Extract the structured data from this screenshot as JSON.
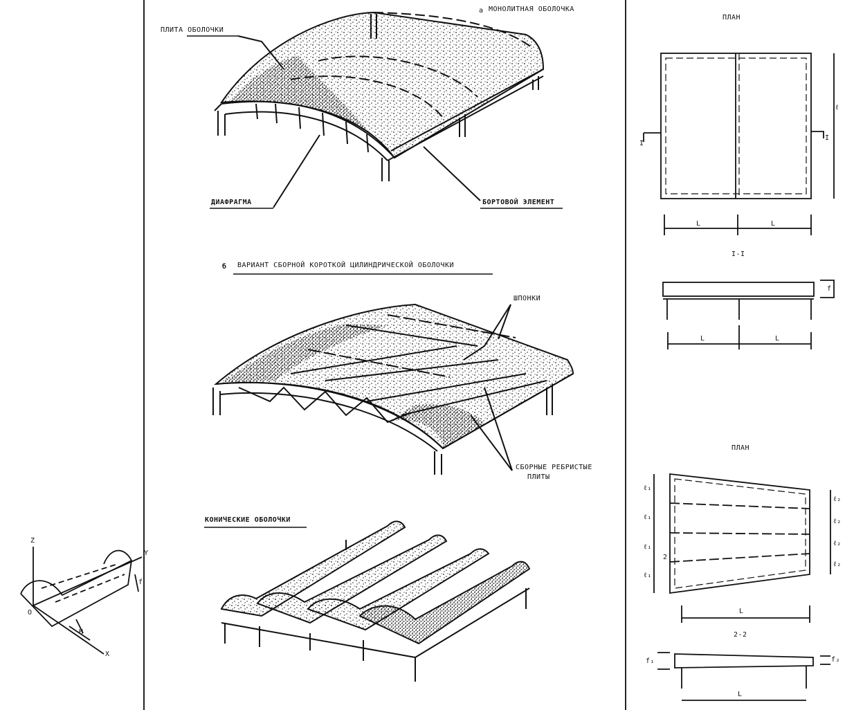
{
  "section_a": {
    "marker": "а",
    "title": "МОНОЛИТНАЯ  ОБОЛОЧКА",
    "label_plate": "ПЛИТА ОБОЛОЧКИ",
    "label_diaphragm": "ДИАФРАГМА",
    "label_edge": "БОРТОВОЙ ЭЛЕМЕНТ"
  },
  "section_b": {
    "marker": "б",
    "title": "ВАРИАНТ СБОРНОЙ КОРОТКОЙ ЦИЛИНДРИЧЕСКОЙ ОБОЛОЧКИ",
    "label_keys": "ШПОНКИ",
    "label_plates_1": "СБОРНЫЕ РЕБРИСТЫЕ",
    "label_plates_2": "ПЛИТЫ"
  },
  "section_c": {
    "title": "КОНИЧЕСКИЕ ОБОЛОЧКИ"
  },
  "axes": {
    "z": "Z",
    "y": "Y",
    "x": "X",
    "o": "O",
    "h": "H",
    "f": "f"
  },
  "right_panel": {
    "plan1_title": "ПЛАН",
    "section_mark_left": "I",
    "section_mark_right": "I",
    "dim_l": "ℓ",
    "L1": "L",
    "L2": "L",
    "section1_title": "I-I",
    "dim_f": "f",
    "L3": "L",
    "L4": "L",
    "plan2_title": "ПЛАН",
    "dim_l1a": "ℓ₁",
    "dim_l1b": "ℓ₁",
    "dim_l1c": "ℓ₁",
    "dim_l1d": "ℓ₁",
    "dim_l2a": "ℓ₂",
    "dim_l2b": "ℓ₂",
    "dim_l2c": "ℓ₂",
    "dim_l2d": "ℓ₂",
    "mark_2": "2",
    "L5": "L",
    "section2_title": "2-2",
    "dim_f1": "f₁",
    "dim_f2": "f₂",
    "L6": "L"
  }
}
